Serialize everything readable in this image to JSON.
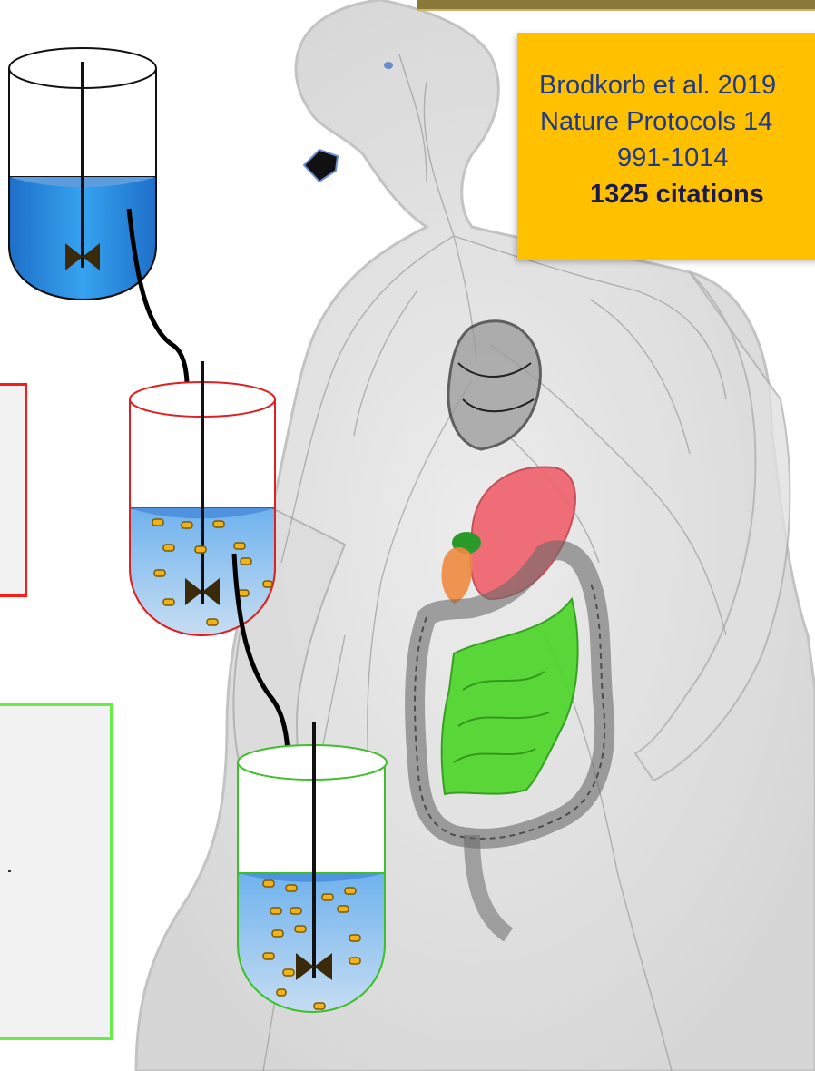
{
  "citation": {
    "line1": "Brodkorb et al. 2019",
    "line2": "Nature Protocols 14",
    "line3": "991-1014",
    "line4": "1325 citations"
  },
  "colors": {
    "citation_bg": "#ffc000",
    "citation_text": "#1f3a8a",
    "gastric_panel_border": "#ff1a1a",
    "intestinal_panel_border": "#66ee44",
    "fluid_blue": "#2b8fe0",
    "particle": "#f2b21a"
  },
  "figure": {
    "subject": "human anatomy (digestive tract highlighted)",
    "vessels": [
      "oral-vessel",
      "gastric-vessel",
      "intestinal-vessel"
    ]
  }
}
